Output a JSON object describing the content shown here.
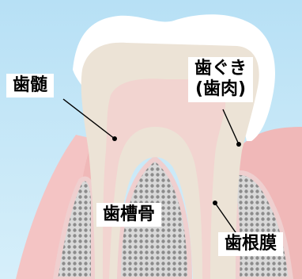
{
  "labels": {
    "pulp": "歯髄",
    "gingiva_line1": "歯ぐき",
    "gingiva_line2": "(歯肉)",
    "alveolar_bone": "歯槽骨",
    "periodontal_ligament": "歯根膜"
  },
  "colors": {
    "background": "#c9e9f8",
    "gum": "#f0b8b8",
    "gum_light": "#f8d4d4",
    "bone": "#bdbdbd",
    "bone_border": "#e9c9c9",
    "enamel": "#ffffff",
    "dentin": "#ece3d6",
    "pulp": "#f2d4d0",
    "leader": "#000000"
  }
}
